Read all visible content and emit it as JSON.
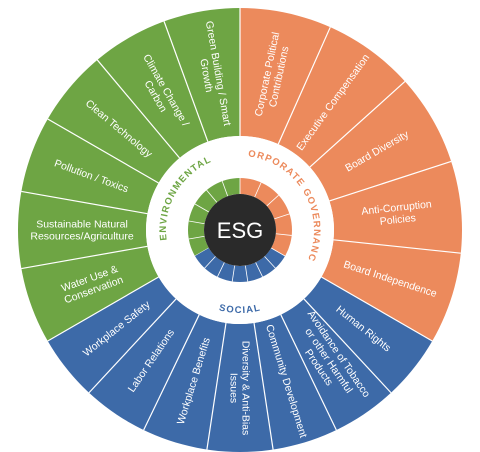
{
  "center": {
    "label": "ESG"
  },
  "colors": {
    "environmental": "#6ea544",
    "governance": "#ec8a5c",
    "social": "#3d6aa8",
    "center": "#2a2a2a",
    "ring": "#ffffff",
    "divider": "#ffffff"
  },
  "categories": {
    "environmental": {
      "label": "ENVIRONMENTAL",
      "items": [
        "Water Use & Conservation",
        "Sustainable Natural Resources/Agriculture",
        "Pollution / Toxics",
        "Clean Technology",
        "Climate Change / Carbon",
        "Green Building / Smart Growth"
      ]
    },
    "governance": {
      "label": "CORPORATE GOVERNANCE",
      "items": [
        "Corporate Political Contributions",
        "Executive Compensation",
        "Board Diversity",
        "Anti-Corruption Policies",
        "Board Independence"
      ]
    },
    "social": {
      "label": "SOCIAL",
      "items": [
        "Human Rights",
        "Avoidance of Tobacco or other Harmful Products",
        "Community Development",
        "Diversity & Anti-Bias Issues",
        "Workplace Benefits",
        "Labor Relations",
        "Workplace Safety"
      ]
    }
  }
}
